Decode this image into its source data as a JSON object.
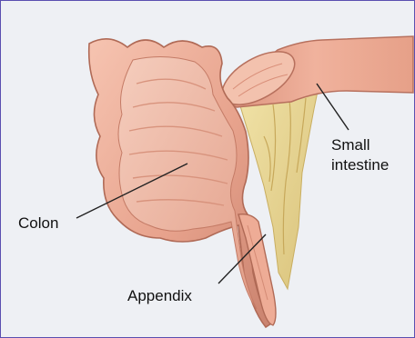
{
  "labels": {
    "small_intestine_line1": "Small",
    "small_intestine_line2": "intestine",
    "colon": "Colon",
    "appendix": "Appendix"
  },
  "colors": {
    "background": "#eef0f4",
    "border": "#5a4fb0",
    "tissue_outer": "#e9a690",
    "tissue_inner": "#f2c0ad",
    "tissue_dark": "#c9826e",
    "fat": "#e8d89a"
  }
}
